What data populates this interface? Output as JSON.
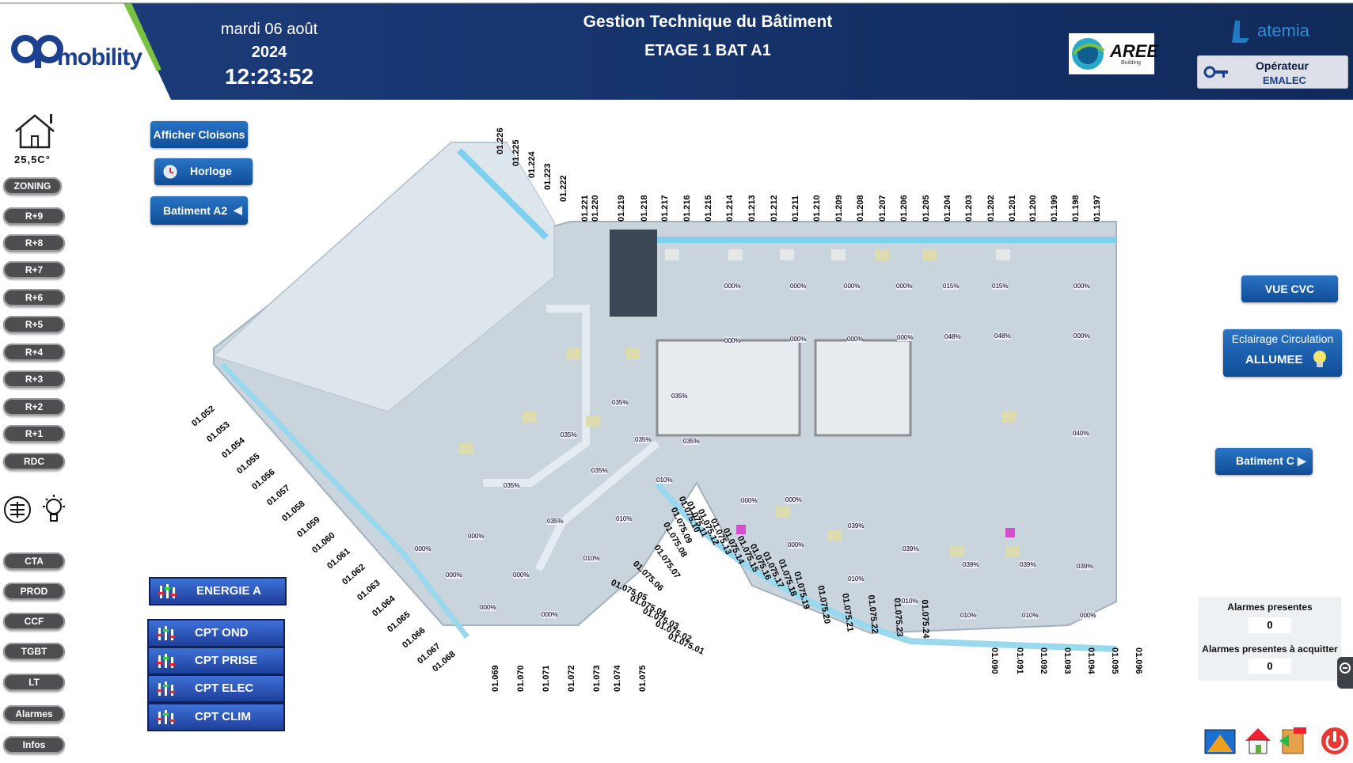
{
  "brand": {
    "logo_text": "mobility",
    "right_logo": "atemia",
    "aree_logo": "AREE",
    "aree_sub": "Building"
  },
  "header": {
    "date": "mardi 06 août",
    "year": "2024",
    "time": "12:23:52",
    "title": "Gestion Technique du Bâtiment",
    "subtitle": "ETAGE 1 BAT A1",
    "operator_label": "Opérateur",
    "operator_name": "EMALEC"
  },
  "weather": {
    "temperature": "25,5C°"
  },
  "nav": {
    "zoning": "ZONING",
    "floors": [
      "R+9",
      "R+8",
      "R+7",
      "R+6",
      "R+5",
      "R+4",
      "R+3",
      "R+2",
      "R+1",
      "RDC"
    ],
    "systems": [
      "CTA",
      "PROD",
      "CCF",
      "TGBT",
      "LT",
      "Alarmes",
      "Infos"
    ]
  },
  "actions": {
    "afficher_cloisons": "Afficher Cloisons",
    "horloge": "Horloge",
    "batiment_a2": "Batiment A2",
    "vue_cvc": "VUE CVC",
    "eclairage_title": "Eclairage Circulation",
    "eclairage_state": "ALLUMEE",
    "batiment_c": "Batiment C"
  },
  "energy": {
    "energie_a": "ENERGIE A",
    "cpt_ond": "CPT OND",
    "cpt_prise": "CPT PRISE",
    "cpt_elec": "CPT ELEC",
    "cpt_clim": "CPT CLIM"
  },
  "alarms": {
    "present_label": "Alarmes presentes",
    "present_value": "0",
    "ack_label": "Alarmes presentes à acquitter",
    "ack_value": "0"
  },
  "plan": {
    "top_rooms": [
      "01.226",
      "01.225",
      "01.224",
      "01.223",
      "01.222",
      "01.221",
      "01.220",
      "01.219",
      "01.218",
      "01.217",
      "01.216",
      "01.215",
      "01.214",
      "01.213",
      "01.212",
      "01.211",
      "01.210",
      "01.209",
      "01.208",
      "01.207",
      "01.206",
      "01.205",
      "01.204",
      "01.203",
      "01.202",
      "01.201",
      "01.200",
      "01.199",
      "01.198",
      "01.197"
    ],
    "left_rooms": [
      "01.052",
      "01.053",
      "01.054",
      "01.055",
      "01.056",
      "01.057",
      "01.058",
      "01.059",
      "01.060",
      "01.061",
      "01.062",
      "01.063",
      "01.064",
      "01.065",
      "01.066",
      "01.067",
      "01.068"
    ],
    "bottom_rooms": [
      "01.069",
      "01.070",
      "01.071",
      "01.072",
      "01.073",
      "01.074",
      "01.075"
    ],
    "inner_rooms": [
      "01.075.01",
      "01.075.02",
      "01.075.03",
      "01.075.04",
      "01.075.05",
      "01.075.06",
      "01.075.07",
      "01.075.08",
      "01.075.09",
      "01.075.10",
      "01.075.11",
      "01.075.12",
      "01.075.13",
      "01.075.14",
      "01.075.15",
      "01.075.16",
      "01.075.17",
      "01.075.18",
      "01.075.19",
      "01.075.20",
      "01.075.21",
      "01.075.22",
      "01.075.23",
      "01.075.24"
    ],
    "right_rooms": [
      "01.090",
      "01.091",
      "01.092",
      "01.093",
      "01.094",
      "01.095",
      "01.096"
    ],
    "sensors": [
      "000%",
      "000%",
      "000%",
      "000%",
      "015%",
      "015%",
      "000%",
      "000%",
      "000%",
      "000%",
      "000%",
      "048%",
      "048%",
      "000%",
      "035%",
      "035%",
      "035%",
      "035%",
      "035%",
      "035%",
      "035%",
      "010%",
      "040%",
      "000%",
      "000%",
      "039%",
      "039%",
      "039%",
      "039%",
      "039%",
      "000%",
      "010%",
      "010%",
      "010%",
      "010%",
      "000%",
      "000%",
      "000%",
      "000%",
      "000%",
      "000%",
      "000%",
      "035%",
      "010%",
      "010%"
    ]
  },
  "colors": {
    "header_bg": "#143063",
    "accent_green": "#7ac142",
    "button_blue": "#1a5fb0",
    "floor": "#c9d4dd",
    "glass": "#7fd0ee"
  }
}
